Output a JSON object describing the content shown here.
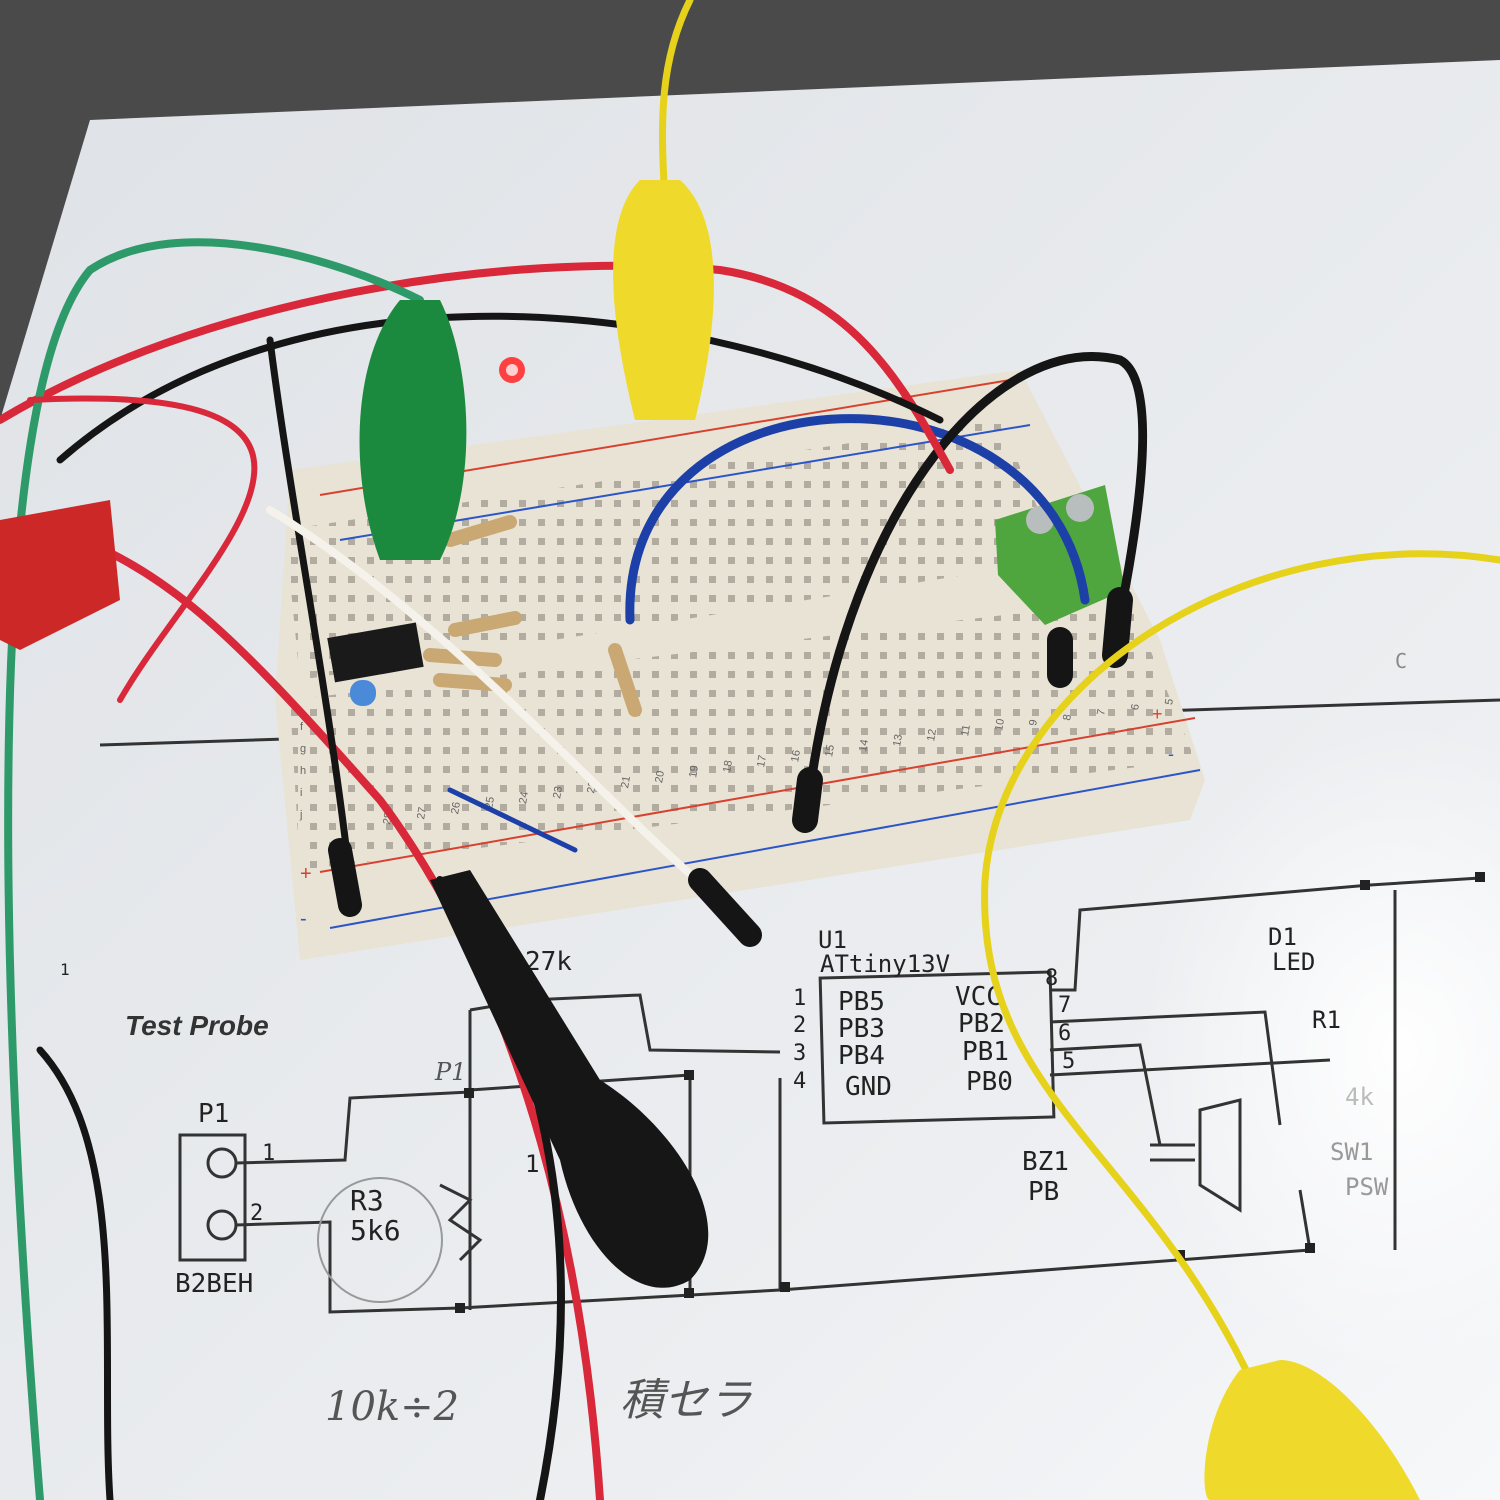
{
  "schematic": {
    "title": "Test Probe",
    "sheet_marker": "1",
    "connector": {
      "ref": "P1",
      "part": "B2BEH",
      "pin1": "1",
      "pin2": "2"
    },
    "probe_label": "P1",
    "r3": {
      "ref": "R3",
      "value": "5k6"
    },
    "r_top": {
      "value": "27k"
    },
    "c_partial": "1",
    "u1": {
      "ref": "U1",
      "part": "ATtiny13V",
      "left_pins": [
        {
          "num": "1",
          "name": "PB5"
        },
        {
          "num": "2",
          "name": "PB3"
        },
        {
          "num": "3",
          "name": "PB4"
        },
        {
          "num": "4",
          "name": "GND"
        }
      ],
      "right_pins": [
        {
          "num": "8",
          "name": "VCC"
        },
        {
          "num": "7",
          "name": "PB2"
        },
        {
          "num": "6",
          "name": "PB1"
        },
        {
          "num": "5",
          "name": "PB0"
        }
      ]
    },
    "d1": {
      "ref": "D1",
      "part": "LED"
    },
    "r1": {
      "ref": "R1",
      "value": "4k"
    },
    "sw1": {
      "ref": "SW1",
      "part": "PSW"
    },
    "bz1": {
      "ref": "BZ1",
      "part": "PB"
    },
    "c_label": "C",
    "handwritten_pot": "10k÷2",
    "handwritten_cap": "積セラ"
  },
  "breadboard": {
    "row_numbers": [
      "28",
      "27",
      "26",
      "25",
      "24",
      "23",
      "22",
      "21",
      "20",
      "19",
      "18",
      "17",
      "16",
      "15",
      "14",
      "13",
      "12",
      "11",
      "10",
      "9",
      "8",
      "7",
      "6",
      "5"
    ],
    "col_letters": [
      "f",
      "g",
      "h",
      "i",
      "j"
    ],
    "plus": "+",
    "minus": "-"
  },
  "colors": {
    "red_wire": "#d8283a",
    "black_wire": "#151515",
    "green_wire": "#2e9a6a",
    "yellow_wire": "#e6d21a",
    "blue_wire": "#1c3fa8",
    "paper": "#e9ebee",
    "breadboard": "#ece8dc",
    "terminal": "#4fa53e"
  }
}
